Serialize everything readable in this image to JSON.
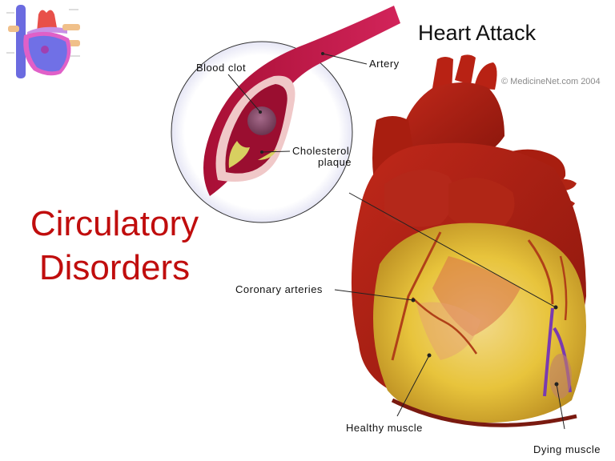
{
  "slide": {
    "title_line1": "Circulatory",
    "title_line2": "Disorders"
  },
  "diagram": {
    "title": "Heart Attack",
    "copyright": "© MedicineNet.com  2004",
    "labels": {
      "blood_clot": "Blood clot",
      "artery": "Artery",
      "cholesterol": "Cholesterol",
      "plaque": "plaque",
      "coronary_arteries": "Coronary arteries",
      "healthy_muscle": "Healthy muscle",
      "dying_muscle": "Dying muscle"
    }
  },
  "thumbnail": {
    "name": "heart-anatomy-thumbnail"
  },
  "colors": {
    "title_red": "#c00d0d",
    "artery": "#b5123d",
    "heart_red": "#a81e10",
    "muscle_yellow": "#e6c040",
    "dying_purple": "#7a3ab0"
  }
}
